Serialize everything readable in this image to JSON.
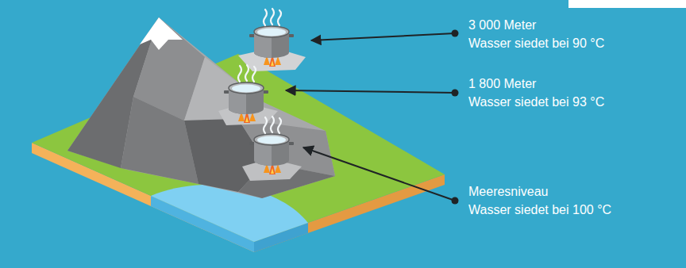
{
  "diagram": {
    "labels": [
      "3 000 Meter",
      "Wasser siedet bei 90 °C",
      "1 800 Meter",
      "Wasser siedet bei 93 °C",
      "Meeresniveau",
      "Wasser siedet bei 100 °C"
    ]
  }
}
